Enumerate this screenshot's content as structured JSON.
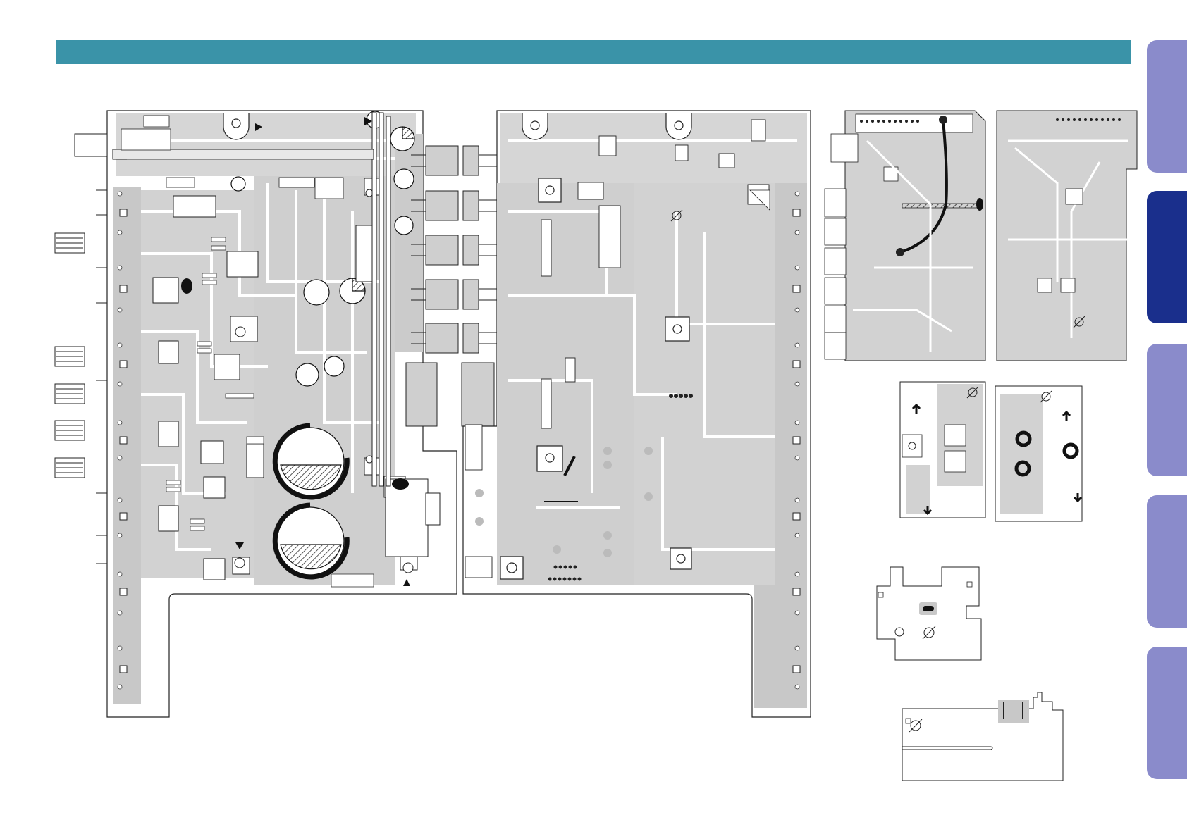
{
  "header": {
    "color": "#3a93a8"
  },
  "side_nav": {
    "tab_color": "#8a8bcb",
    "active_tab_color": "#1a2f8c",
    "tabs": [
      {
        "id": "tab-1",
        "active": false
      },
      {
        "id": "tab-2",
        "active": true
      },
      {
        "id": "tab-3",
        "active": false
      },
      {
        "id": "tab-4",
        "active": false
      },
      {
        "id": "tab-5",
        "active": false
      }
    ]
  },
  "boards": {
    "main_left": {
      "trace_color": "#c8c8c8",
      "outline_color": "#222222"
    },
    "main_right": {
      "trace_color": "#c8c8c8",
      "outline_color": "#222222"
    },
    "io_board_a": {},
    "io_board_b": {},
    "small_board_a": {},
    "small_board_b": {},
    "bracket_board": {},
    "strip_board": {}
  }
}
